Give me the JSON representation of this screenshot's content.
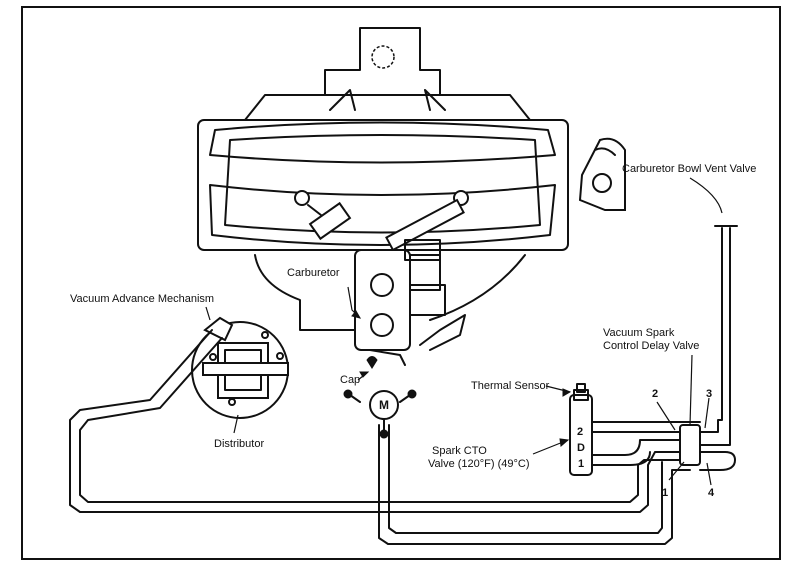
{
  "labels": {
    "bowl_vent": "Carburetor Bowl Vent Valve",
    "carburetor": "Carburetor",
    "vacuum_advance": "Vacuum Advance Mechanism",
    "spark_delay_1": "Vacuum Spark",
    "spark_delay_2": "Control Delay Valve",
    "thermal_sensor": "Thermal Sensor",
    "spark_cto_1": "Spark CTO",
    "spark_cto_2": "Valve (120°F) (49°C)",
    "distributor": "Distributor",
    "cap": "Cap"
  },
  "port_numbers": {
    "p1": "1",
    "p2": "2",
    "p3": "3",
    "p4": "4"
  },
  "cto_ports": {
    "top": "2",
    "mid": "D",
    "bottom": "1"
  },
  "manifold_marker": "M"
}
